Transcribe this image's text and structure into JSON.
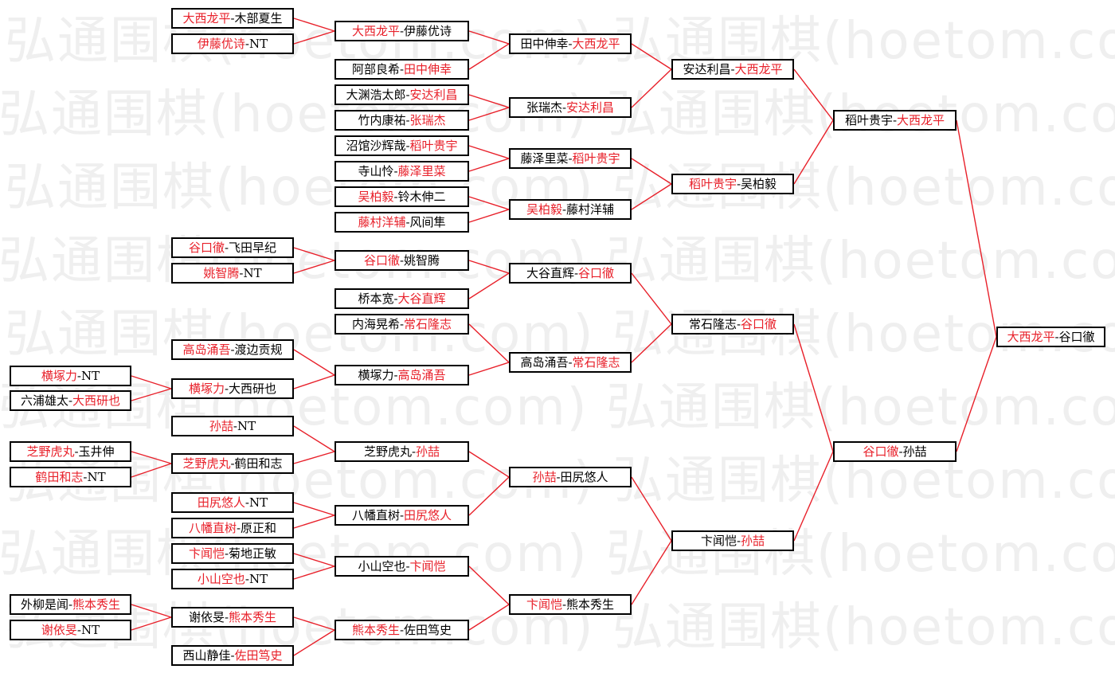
{
  "watermark": "弘通围棋(hoetom.com) 弘通围棋(hoetom.com) 弘通围棋(hoetom.com)",
  "colors": {
    "winner": "#e8202a",
    "line": "#e8202a",
    "box_border": "#000000",
    "watermark": "#efefef"
  },
  "separator": "-",
  "nodes": [
    {
      "id": "l4_1",
      "a": "大西龙平",
      "b": "木部夏生",
      "w": "a"
    },
    {
      "id": "l4_2",
      "a": "伊藤优诗",
      "b": "NT",
      "w": "a"
    },
    {
      "id": "l4_3",
      "a": "谷口徹",
      "b": "飞田早纪",
      "w": "a"
    },
    {
      "id": "l4_4",
      "a": "姚智腾",
      "b": "NT",
      "w": "a"
    },
    {
      "id": "l4_5",
      "a": "高岛涌吾",
      "b": "渡边贡规",
      "w": "a"
    },
    {
      "id": "l4_6",
      "a": "孙喆",
      "b": "NT",
      "w": "a"
    },
    {
      "id": "l4_7",
      "a": "田尻悠人",
      "b": "NT",
      "w": "a"
    },
    {
      "id": "l4_8",
      "a": "八幡直树",
      "b": "原正和",
      "w": "a"
    },
    {
      "id": "l4_9",
      "a": "卞闻恺",
      "b": "菊地正敏",
      "w": "a"
    },
    {
      "id": "l4_10",
      "a": "小山空也",
      "b": "NT",
      "w": "a"
    },
    {
      "id": "l4_11",
      "a": "西山静佳",
      "b": "佐田笃史",
      "w": "b"
    },
    {
      "id": "l5_1",
      "a": "横塚力",
      "b": "NT",
      "w": "a"
    },
    {
      "id": "l5_2",
      "a": "六浦雄太",
      "b": "大西研也",
      "w": "b"
    },
    {
      "id": "l5_3",
      "a": "芝野虎丸",
      "b": "玉井伸",
      "w": "a"
    },
    {
      "id": "l5_4",
      "a": "鹤田和志",
      "b": "NT",
      "w": "a"
    },
    {
      "id": "l5_5",
      "a": "外柳是闻",
      "b": "熊本秀生",
      "w": "b"
    },
    {
      "id": "l5_6",
      "a": "谢依旻",
      "b": "NT",
      "w": "a"
    },
    {
      "id": "l3_1",
      "a": "大西龙平",
      "b": "伊藤优诗",
      "w": "a"
    },
    {
      "id": "l3_2",
      "a": "阿部良希",
      "b": "田中伸幸",
      "w": "b"
    },
    {
      "id": "l3_3",
      "a": "大渊浩太郎",
      "b": "安达利昌",
      "w": "b"
    },
    {
      "id": "l3_4",
      "a": "竹内康祐",
      "b": "张瑞杰",
      "w": "b"
    },
    {
      "id": "l3_5",
      "a": "沼馆沙辉哉",
      "b": "稻叶贵宇",
      "w": "b"
    },
    {
      "id": "l3_6",
      "a": "寺山怜",
      "b": "藤泽里菜",
      "w": "b"
    },
    {
      "id": "l3_7",
      "a": "吴柏毅",
      "b": "铃木伸二",
      "w": "a"
    },
    {
      "id": "l3_8",
      "a": "藤村洋辅",
      "b": "风间隼",
      "w": "a"
    },
    {
      "id": "l3_9",
      "a": "谷口徹",
      "b": "姚智腾",
      "w": "a"
    },
    {
      "id": "l3_10",
      "a": "桥本宽",
      "b": "大谷直辉",
      "w": "b"
    },
    {
      "id": "l3_11",
      "a": "内海晃希",
      "b": "常石隆志",
      "w": "b"
    },
    {
      "id": "l3_12",
      "a": "横塚力",
      "b": "高岛涌吾",
      "w": "b"
    },
    {
      "id": "l3_13",
      "a": "芝野虎丸",
      "b": "孙喆",
      "w": "b"
    },
    {
      "id": "l3_14",
      "a": "八幡直树",
      "b": "田尻悠人",
      "w": "b"
    },
    {
      "id": "l3_15",
      "a": "小山空也",
      "b": "卞闻恺",
      "w": "b"
    },
    {
      "id": "l3_16",
      "a": "熊本秀生",
      "b": "佐田笃史",
      "w": "a"
    },
    {
      "id": "l3_17",
      "a": "横塚力",
      "b": "大西研也",
      "w": "a"
    },
    {
      "id": "l3_18",
      "a": "芝野虎丸",
      "b": "鹤田和志",
      "w": "a"
    },
    {
      "id": "l3_19",
      "a": "谢依旻",
      "b": "熊本秀生",
      "w": "b"
    },
    {
      "id": "l2_1",
      "a": "田中伸幸",
      "b": "大西龙平",
      "w": "b"
    },
    {
      "id": "l2_2",
      "a": "张瑞杰",
      "b": "安达利昌",
      "w": "b"
    },
    {
      "id": "l2_3",
      "a": "藤泽里菜",
      "b": "稻叶贵宇",
      "w": "b"
    },
    {
      "id": "l2_4",
      "a": "吴柏毅",
      "b": "藤村洋辅",
      "w": "a"
    },
    {
      "id": "l2_5",
      "a": "大谷直辉",
      "b": "谷口徹",
      "w": "b"
    },
    {
      "id": "l2_6",
      "a": "高岛涌吾",
      "b": "常石隆志",
      "w": "b"
    },
    {
      "id": "l2_7",
      "a": "孙喆",
      "b": "田尻悠人",
      "w": "a"
    },
    {
      "id": "l2_8",
      "a": "卞闻恺",
      "b": "熊本秀生",
      "w": "a"
    },
    {
      "id": "l1_1",
      "a": "安达利昌",
      "b": "大西龙平",
      "w": "b"
    },
    {
      "id": "l1_2",
      "a": "稻叶贵宇",
      "b": "吴柏毅",
      "w": "a"
    },
    {
      "id": "l1_3",
      "a": "常石隆志",
      "b": "谷口徹",
      "w": "b"
    },
    {
      "id": "l1_4",
      "a": "卞闻恺",
      "b": "孙喆",
      "w": "b"
    },
    {
      "id": "sf_1",
      "a": "稻叶贵宇",
      "b": "大西龙平",
      "w": "b"
    },
    {
      "id": "sf_2",
      "a": "谷口徹",
      "b": "孙喆",
      "w": "a"
    },
    {
      "id": "final",
      "a": "大西龙平",
      "b": "谷口徹",
      "w": "a"
    }
  ],
  "links": [
    [
      "l4_1",
      "l3_1"
    ],
    [
      "l4_2",
      "l3_1"
    ],
    [
      "l3_1",
      "l2_1"
    ],
    [
      "l3_2",
      "l2_1"
    ],
    [
      "l3_3",
      "l2_2"
    ],
    [
      "l3_4",
      "l2_2"
    ],
    [
      "l3_5",
      "l2_3"
    ],
    [
      "l3_6",
      "l2_3"
    ],
    [
      "l3_7",
      "l2_4"
    ],
    [
      "l3_8",
      "l2_4"
    ],
    [
      "l2_1",
      "l1_1"
    ],
    [
      "l2_2",
      "l1_1"
    ],
    [
      "l2_3",
      "l1_2"
    ],
    [
      "l2_4",
      "l1_2"
    ],
    [
      "l1_1",
      "sf_1"
    ],
    [
      "l1_2",
      "sf_1"
    ],
    [
      "l4_3",
      "l3_9"
    ],
    [
      "l4_4",
      "l3_9"
    ],
    [
      "l3_9",
      "l2_5"
    ],
    [
      "l3_10",
      "l2_5"
    ],
    [
      "l4_5",
      "l3_12"
    ],
    [
      "l3_17",
      "l3_12"
    ],
    [
      "l5_1",
      "l3_17"
    ],
    [
      "l5_2",
      "l3_17"
    ],
    [
      "l3_11",
      "l2_6"
    ],
    [
      "l3_12",
      "l2_6"
    ],
    [
      "l2_5",
      "l1_3"
    ],
    [
      "l2_6",
      "l1_3"
    ],
    [
      "l4_6",
      "l3_13"
    ],
    [
      "l3_18",
      "l3_13"
    ],
    [
      "l5_3",
      "l3_18"
    ],
    [
      "l5_4",
      "l3_18"
    ],
    [
      "l4_7",
      "l3_14"
    ],
    [
      "l4_8",
      "l3_14"
    ],
    [
      "l3_13",
      "l2_7"
    ],
    [
      "l3_14",
      "l2_7"
    ],
    [
      "l4_9",
      "l3_15"
    ],
    [
      "l4_10",
      "l3_15"
    ],
    [
      "l5_5",
      "l3_19"
    ],
    [
      "l5_6",
      "l3_19"
    ],
    [
      "l3_19",
      "l3_16"
    ],
    [
      "l4_11",
      "l3_16"
    ],
    [
      "l3_15",
      "l2_8"
    ],
    [
      "l3_16",
      "l2_8"
    ],
    [
      "l2_7",
      "l1_4"
    ],
    [
      "l2_8",
      "l1_4"
    ],
    [
      "l1_3",
      "sf_2"
    ],
    [
      "l1_4",
      "sf_2"
    ],
    [
      "sf_1",
      "final"
    ],
    [
      "sf_2",
      "final"
    ]
  ]
}
